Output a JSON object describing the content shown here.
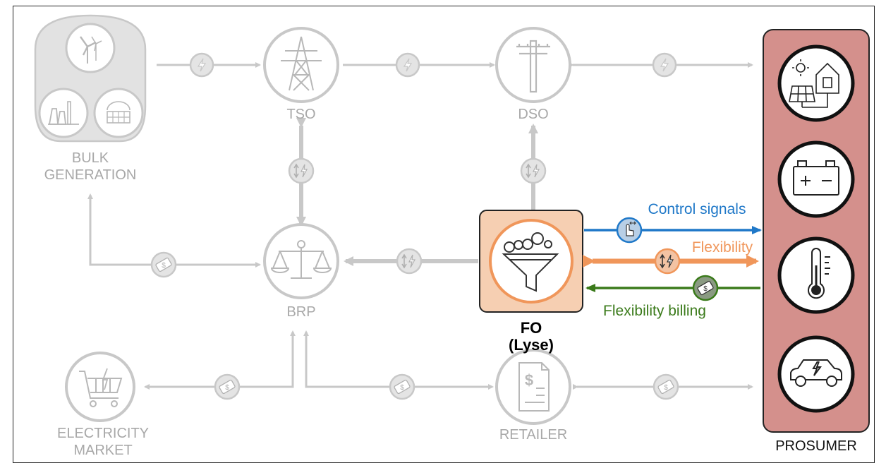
{
  "nodes": {
    "bulk_generation": [
      "BULK",
      "GENERATION"
    ],
    "tso": "TSO",
    "dso": "DSO",
    "brp": "BRP",
    "fo": [
      "FO",
      "(Lyse)"
    ],
    "electricity_market": [
      "ELECTRICITY",
      "MARKET"
    ],
    "retailer": "RETAILER",
    "prosumer": "PROSUMER"
  },
  "flows": {
    "control_signals": "Control signals",
    "flexibility": "Flexibility",
    "flexibility_billing": "Flexibility billing"
  },
  "colors": {
    "inactive": "#c8c8c8",
    "inactive_text": "#a8a8a8",
    "control": "#1f78c8",
    "flexibility": "#f0965a",
    "billing": "#3a7a1a",
    "fo_fill": "#f6cfb2",
    "prosumer_fill": "#d4908c"
  },
  "icons": {
    "bulk_generation": [
      "wind-turbine-icon",
      "power-plant-icon",
      "solar-panel-icon"
    ],
    "tso": "transmission-tower-icon",
    "dso": "utility-pole-icon",
    "brp": "balance-scale-icon",
    "fo": "funnel-icon",
    "electricity_market": "shopping-cart-icon",
    "retailer": "invoice-icon",
    "prosumer": [
      "solar-house-icon",
      "battery-icon",
      "thermometer-icon",
      "electric-car-icon"
    ],
    "flow_badges": [
      "lightning-icon",
      "money-icon",
      "flexibility-icon",
      "hand-pointer-icon"
    ]
  }
}
